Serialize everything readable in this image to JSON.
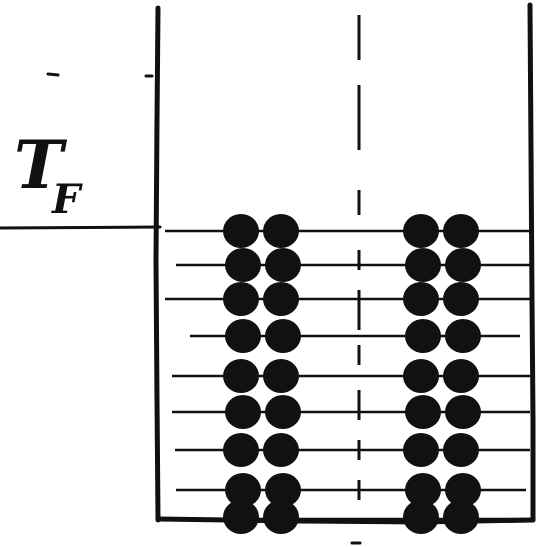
{
  "diagram": {
    "label": {
      "main": "T",
      "subscript": "F"
    },
    "rows_per_column": 9,
    "particles_per_row": 2,
    "columns": 2,
    "colors": {
      "ink": "#111111",
      "background": "#ffffff"
    }
  }
}
